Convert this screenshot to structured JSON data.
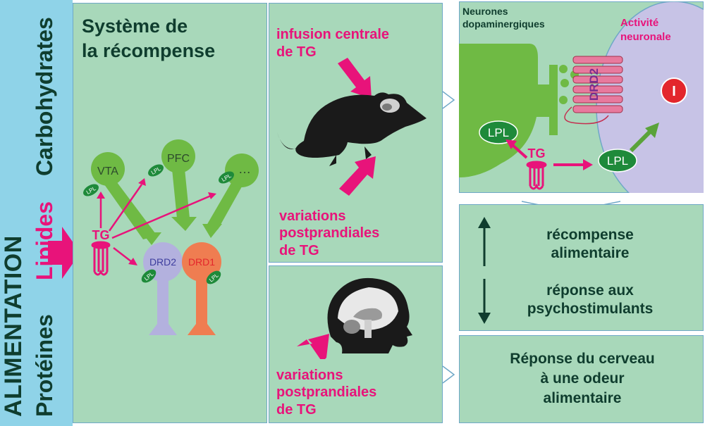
{
  "alimentation": {
    "title": "ALIMENTATION",
    "proteines": "Protéines",
    "lipides": "Lipides",
    "carbohydrates": "Carbohydrates"
  },
  "reward": {
    "title_line1": "Système de",
    "title_line2": "la récompense",
    "vta": "VTA",
    "pfc": "PFC",
    "ellipsis": "…",
    "tg": "TG",
    "drd2": "DRD2",
    "drd1": "DRD1",
    "lpl": "LPL"
  },
  "mouse_panel": {
    "infusion_line1": "infusion centrale",
    "infusion_line2": "de TG",
    "variations_line1": "variations",
    "variations_line2": "postprandiales",
    "variations_line3": "de TG"
  },
  "brain_panel": {
    "variations_line1": "variations",
    "variations_line2": "postprandiales",
    "variations_line3": "de TG"
  },
  "synapse_panel": {
    "neurones_line1": "Neurones",
    "neurones_line2": "dopaminergiques",
    "activite_line1": "Activité",
    "activite_line2": "neuronale",
    "drd2": "DRD2",
    "lpl_left": "LPL",
    "lpl_right": "LPL",
    "tg": "TG",
    "inhibit_symbol": "I"
  },
  "outcomes": {
    "recompense_line1": "récompense",
    "recompense_line2": "alimentaire",
    "reponse_line1": "réponse aux",
    "reponse_line2": "psychostimulants",
    "odeur_line1": "Réponse du cerveau",
    "odeur_line2": "à une odeur",
    "odeur_line3": "alimentaire"
  },
  "colors": {
    "panel_fill": "#a8d8ba",
    "left_column": "#8fd3e8",
    "magenta": "#e8137a",
    "dark_text": "#0f3d2e",
    "green_neuron": "#6fba44",
    "drd2_neuron": "#b3b1de",
    "drd1_neuron": "#ef7d51",
    "lpl_fill": "#1e8a3a",
    "activity_fill": "#c7c3e6",
    "inhibit_red": "#e3262c"
  }
}
